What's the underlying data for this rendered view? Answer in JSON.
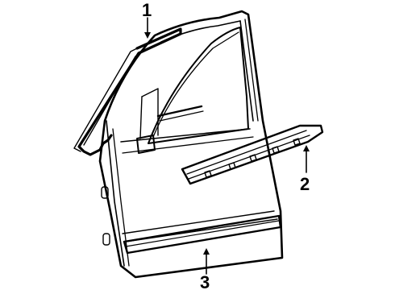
{
  "callouts": [
    {
      "id": "1",
      "label": "1",
      "part": "door-weatherstrip-seal"
    },
    {
      "id": "2",
      "label": "2",
      "part": "belt-molding"
    },
    {
      "id": "3",
      "label": "3",
      "part": "body-side-molding"
    }
  ],
  "colors": {
    "line": "#000000",
    "background": "#ffffff"
  }
}
